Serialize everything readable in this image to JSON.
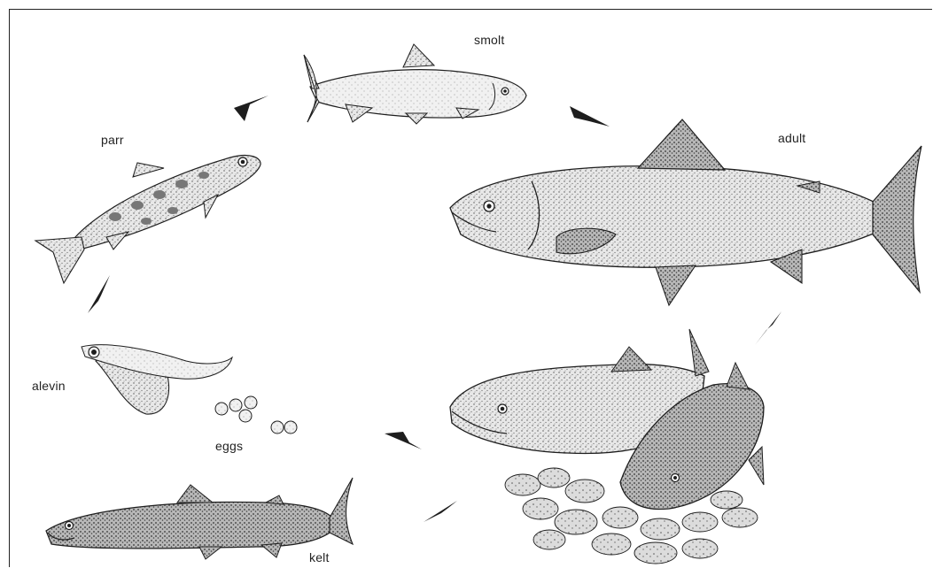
{
  "labels": {
    "smolt": "smolt",
    "adult": "adult",
    "parr": "parr",
    "alevin": "alevin",
    "eggs": "eggs",
    "kelt": "kelt"
  },
  "colors": {
    "ink": "#1e1e1e",
    "body_light": "#e6e6e6",
    "body_mid": "#c9c9c9",
    "body_dark": "#8a8a8a",
    "background": "#ffffff"
  }
}
